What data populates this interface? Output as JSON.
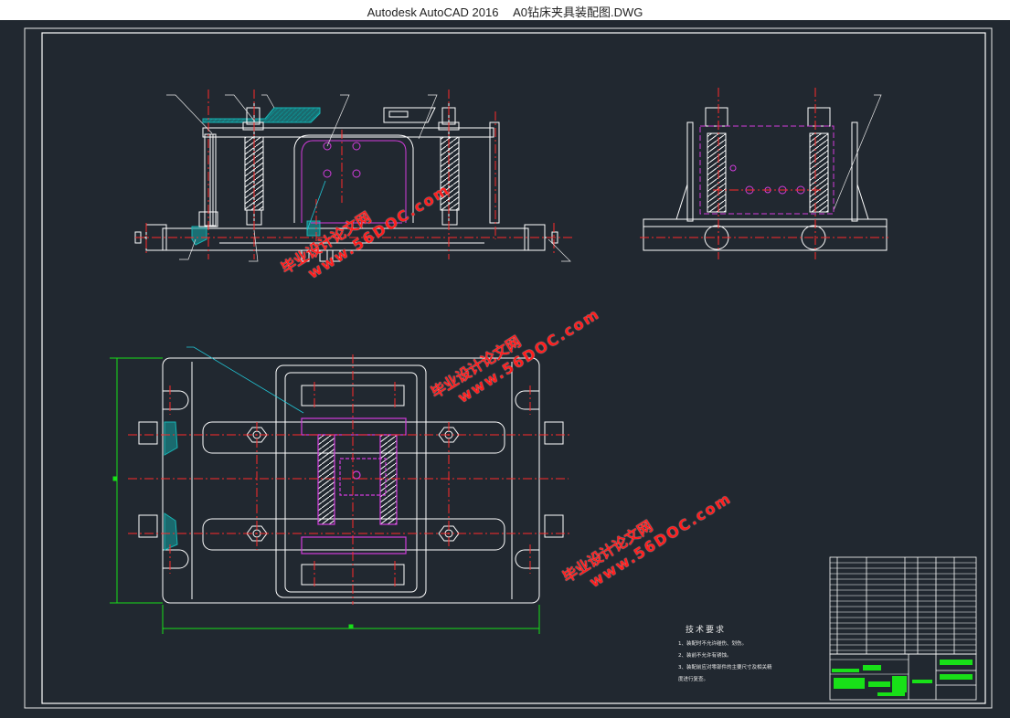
{
  "window": {
    "app_title": "Autodesk AutoCAD 2016",
    "file_title": "A0钻床夹具装配图.DWG"
  },
  "notes": {
    "heading": "技术要求",
    "lines": [
      "1、装配时不允许碰伤、划伤。",
      "2、装前不允许有锈蚀。",
      "3、装配前应对零部件的主要尺寸及相关精",
      "度进行复查。"
    ]
  },
  "watermarks": [
    {
      "cn": "毕业设计论文网",
      "en": "www.56DOC.com"
    },
    {
      "cn": "毕业设计论文网",
      "en": "www.56DOC.com"
    },
    {
      "cn": "毕业设计论文网",
      "en": "www.56DOC.com"
    }
  ],
  "colors": {
    "background": "#212830",
    "outline": "#ffffff",
    "centerline": "#ff2a2a",
    "hidden": "#d23cdc",
    "leader": "#22c8d8",
    "hatch": "#18b4b4",
    "title_block": "#18e018",
    "dimension": "#18e018"
  }
}
